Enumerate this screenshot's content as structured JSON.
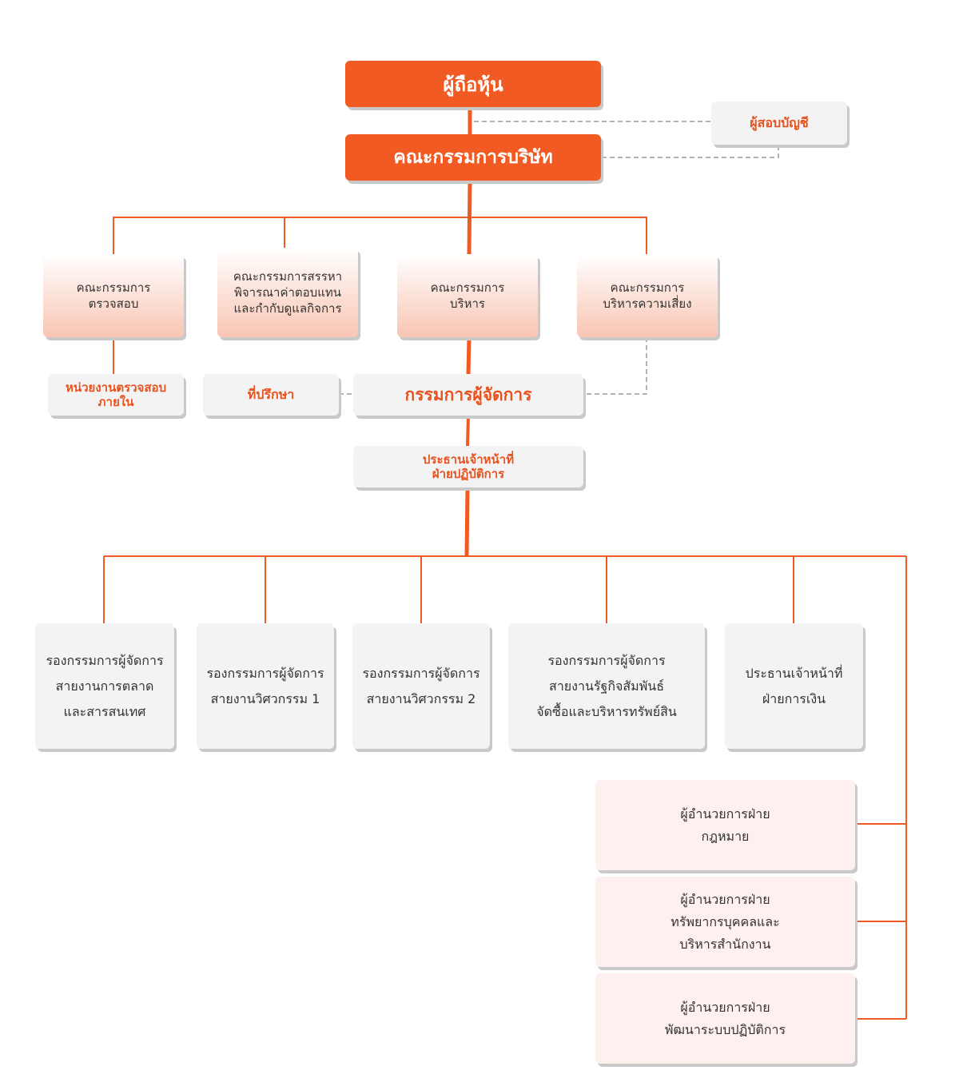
{
  "colors": {
    "accent": "#f15a22",
    "accent_text": "#e8521f",
    "connector_dashed": "#999999"
  },
  "top": {
    "shareholders": "ผู้ถือหุ้น",
    "board": "คณะกรรมการบริษัท",
    "auditor": "ผู้สอบบัญชี"
  },
  "committees": {
    "audit": "คณะกรรมการ\nตรวจสอบ",
    "nomination": "คณะกรรมการสรรหา\nพิจารณาค่าตอบแทน\nและกำกับดูแลกิจการ",
    "executive": "คณะกรรมการ\nบริหาร",
    "risk": "คณะกรรมการ\nบริหารความเสี่ยง"
  },
  "middle": {
    "internal_audit": "หน่วยงานตรวจสอบ\nภายใน",
    "advisor": "ที่ปรึกษา",
    "md": "กรรมการผู้จัดการ",
    "coo": "ประธานเจ้าหน้าที่\nฝ่ายปฏิบัติการ"
  },
  "departments": [
    "รองกรรมการผู้จัดการ\nสายงานการตลาด\nและสารสนเทศ",
    "รองกรรมการผู้จัดการ\nสายงานวิศวกรรม 1",
    "รองกรรมการผู้จัดการ\nสายงานวิศวกรรม 2",
    "รองกรรมการผู้จัดการ\nสายงานรัฐกิจสัมพันธ์\nจัดซื้อและบริหารทรัพย์สิน",
    "ประธานเจ้าหน้าที่\nฝ่ายการเงิน"
  ],
  "directors": [
    "ผู้อำนวยการฝ่าย\nกฎหมาย",
    "ผู้อำนวยการฝ่าย\nทรัพยากรบุคคลและ\nบริหารสำนักงาน",
    "ผู้อำนวยการฝ่าย\nพัฒนาระบบปฏิบัติการ"
  ]
}
